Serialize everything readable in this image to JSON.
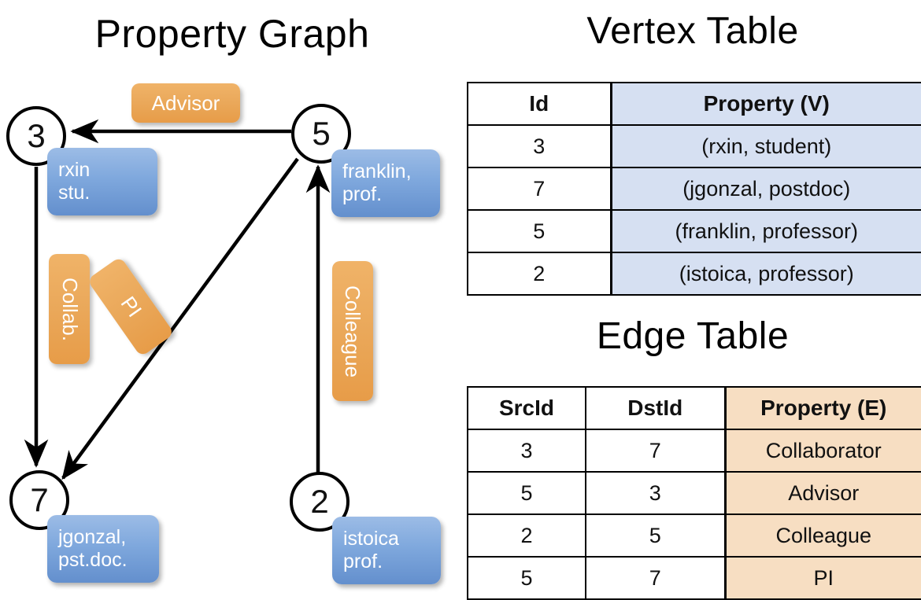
{
  "titles": {
    "property_graph": "Property Graph",
    "vertex_table": "Vertex Table",
    "edge_table": "Edge Table"
  },
  "colors": {
    "node_fill": "#ffffff",
    "node_stroke": "#000000",
    "vertex_property_fill": "#d6e0f2",
    "edge_property_fill": "#f7dec2",
    "property_box_blue": "#7fa8dd",
    "edge_label_orange": "#eaa85a",
    "background": "#ffffff",
    "text": "#111111"
  },
  "graph": {
    "nodes": [
      {
        "id": "3",
        "property_line1": "rxin",
        "property_line2": "stu."
      },
      {
        "id": "5",
        "property_line1": "franklin,",
        "property_line2": "prof."
      },
      {
        "id": "7",
        "property_line1": "jgonzal,",
        "property_line2": "pst.doc."
      },
      {
        "id": "2",
        "property_line1": "istoica",
        "property_line2": "prof."
      }
    ],
    "edge_labels": [
      {
        "name": "advisor",
        "text": "Advisor",
        "orientation": "horizontal"
      },
      {
        "name": "collab",
        "text": "Collab.",
        "orientation": "vertical"
      },
      {
        "name": "pi",
        "text": "PI",
        "orientation": "diagonal"
      },
      {
        "name": "colleague",
        "text": "Colleague",
        "orientation": "vertical"
      }
    ],
    "edges": [
      {
        "src": "5",
        "dst": "3",
        "label": "Advisor"
      },
      {
        "src": "3",
        "dst": "7",
        "label": "Collab."
      },
      {
        "src": "5",
        "dst": "7",
        "label": "PI"
      },
      {
        "src": "2",
        "dst": "5",
        "label": "Colleague"
      }
    ]
  },
  "vertex_table": {
    "headers": [
      "Id",
      "Property (V)"
    ],
    "rows": [
      {
        "id": "3",
        "property": "(rxin, student)"
      },
      {
        "id": "7",
        "property": "(jgonzal, postdoc)"
      },
      {
        "id": "5",
        "property": "(franklin, professor)"
      },
      {
        "id": "2",
        "property": "(istoica, professor)"
      }
    ]
  },
  "edge_table": {
    "headers": [
      "SrcId",
      "DstId",
      "Property (E)"
    ],
    "rows": [
      {
        "src": "3",
        "dst": "7",
        "property": "Collaborator"
      },
      {
        "src": "5",
        "dst": "3",
        "property": "Advisor"
      },
      {
        "src": "2",
        "dst": "5",
        "property": "Colleague"
      },
      {
        "src": "5",
        "dst": "7",
        "property": "PI"
      }
    ]
  }
}
